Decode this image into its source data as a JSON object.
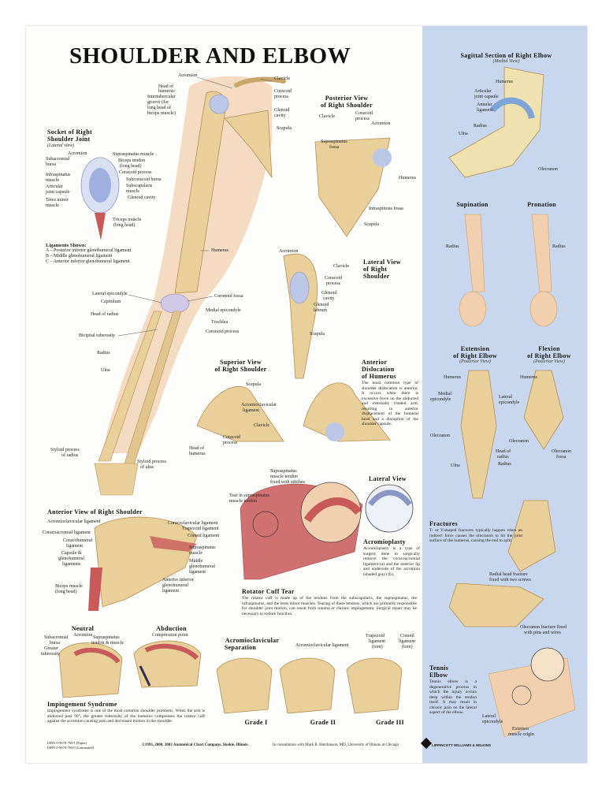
{
  "title": "SHOULDER AND ELBOW",
  "colors": {
    "bone": "#e9cf99",
    "bone_dark": "#c9a66a",
    "skin": "#f2cfae",
    "muscle": "#c95a5a",
    "cartilage": "#bcc6e6",
    "sidebar": "#c9d7ee"
  },
  "socket": {
    "title1": "Socket of Right",
    "title2": "Shoulder Joint",
    "subtitle": "(Lateral view)",
    "acromion": "Acromion",
    "supraspinatus": "Supraspinatus muscle",
    "subacromial": "Subacromial",
    "bursa": "bursa",
    "biceps_tendon": "Biceps tendon",
    "long_head": "(long head)",
    "coracoid": "Coracoid process",
    "infraspinatus": "Infraspinatus",
    "muscle": "muscle",
    "subcoracoid": "Subcoracoid bursa",
    "subscapularis": "Subscapularis",
    "sub_muscle": "muscle",
    "articular": "Articular",
    "joint_capsule": "joint capsule",
    "glenoid": "Glenoid cavity",
    "teres": "Teres minor",
    "teres_muscle": "muscle",
    "triceps": "Triceps muscle",
    "triceps_long": "(long head)"
  },
  "ligaments": {
    "title": "Ligaments Shown:",
    "a": "A – Posterior inferior glenohumeral ligament",
    "b": "B – Middle glenohumeral ligament",
    "c": "C – Anterior inferior glenohumeral ligament"
  },
  "arm": {
    "head_humerus1": "Head of",
    "head_humerus2": "humerus",
    "intertub1": "Intertubercular",
    "intertub2": "groove (for",
    "intertub3": "long head of",
    "intertub4": "biceps muscle)",
    "acromion": "Acromion",
    "clavicle": "Clavicle",
    "coracoid1": "Coracoid",
    "coracoid2": "process",
    "glenoid1": "Glenoid",
    "glenoid2": "cavity",
    "scapula": "Scapula",
    "humerus": "Humerus",
    "lateral_epi": "Lateral epicondyle",
    "capitulum": "Capitulum",
    "head_radius": "Head of radius",
    "coronoid_fossa": "Coronoid fossa",
    "medial_epi": "Medial epicondyle",
    "trochlea": "Trochlea",
    "coronoid_process": "Coronoid process",
    "bicipital": "Bicipital tuberosity",
    "radius": "Radius",
    "ulna": "Ulna",
    "styloid_radius1": "Styloid process",
    "styloid_radius2": "of radius",
    "styloid_ulna1": "Styloid process",
    "styloid_ulna2": "of ulna"
  },
  "posterior": {
    "title1": "Posterior View",
    "title2": "of Right Shoulder",
    "clavicle": "Clavicle",
    "coracoid1": "Coracoid",
    "coracoid2": "process",
    "acromion": "Acromion",
    "supra1": "Supraspinatus",
    "supra2": "fossa",
    "humerus": "Humerus",
    "infra": "Infraspinous fossa",
    "scapula": "Scapula"
  },
  "lateral": {
    "title1": "Lateral View",
    "title2": "of Right",
    "title3": "Shoulder",
    "acromion": "Acromion",
    "clavicle": "Clavicle",
    "coracoid1": "Coracoid",
    "coracoid2": "process",
    "glenoid1": "Glenoid",
    "glenoid2": "cavity",
    "labrum1": "Glenoid",
    "labrum2": "labrum",
    "scapula": "Scapula"
  },
  "superior": {
    "title1": "Superior View",
    "title2": "of Right Shoulder",
    "scapula": "Scapula",
    "acj1": "Acromioclavicular",
    "acj2": "ligament",
    "clavicle": "Clavicle",
    "coracoid1": "Coracoid",
    "coracoid2": "process",
    "head1": "Head of",
    "head2": "humerus"
  },
  "dislocation": {
    "title1": "Anterior",
    "title2": "Dislocation",
    "title3": "of Humerus",
    "text": "The most common type of shoulder dislocation is anterior. It occurs when there is excessive force on the abducted and externally rotated arm, resulting in anterior displacement of the humeral head and a disruption of the shoulder capsule."
  },
  "anterior": {
    "title": "Anterior View of Right Shoulder",
    "acj": "Acromioclavicular ligament",
    "coracoacromial": "Coracoacromial ligament",
    "coracohumeral1": "Coracohumeral",
    "coracohumeral2": "ligament",
    "capsule1": "Capsule &",
    "capsule2": "glenohumeral",
    "capsule3": "ligaments",
    "biceps1": "Biceps muscle",
    "biceps2": "(long head)",
    "coracoclav": "Coracoclavicular ligament",
    "trapezoid": "Trapezoid ligament",
    "conoid": "Conoid ligament",
    "supra1": "Supraspinatus",
    "supra2": "muscle",
    "middle1": "Middle",
    "middle2": "glenohumeral",
    "middle3": "ligament",
    "ant_inf1": "Anterior inferior",
    "ant_inf2": "glenohumeral",
    "ant_inf3": "ligament"
  },
  "rotator": {
    "tear1": "Tear in supraspinatus",
    "tear2": "muscle tendon",
    "fixed1": "Supraspinatus",
    "fixed2": "muscle tendon",
    "fixed3": "fixed with stitches",
    "title": "Rotator Cuff Tear",
    "text": "The rotator cuff is made up of the tendons from the subscapularis, the supraspinatus, the infraspinatus, and the teres minor muscles. Tearing of these tendons, which are primarily responsible for shoulder joint motion, can result from trauma or chronic impingement. Surgical repair may be necessary to restore function."
  },
  "acromioplasty": {
    "lateral_view": "Lateral View",
    "title": "Acromioplasty",
    "text": "Acromioplasty is a type of surgery done to surgically remove the coracoacromial ligament (a) and the anterior lip and underside of the acromion (shaded gray) (b)."
  },
  "impingement": {
    "neutral": "Neutral",
    "abduction": "Abduction",
    "subacromial1": "Subacromial",
    "subacromial2": "bursa",
    "greater1": "Greater",
    "greater2": "tuberosity",
    "acromion": "Acromion",
    "supra1": "Supraspinatus",
    "supra2": "tendon & muscle",
    "compression": "Compression point",
    "title": "Impingement Syndrome",
    "text": "Impingement syndrome is one of the most common shoulder problems. When the arm is abducted past 90°, the greater tuberosity of the humerus compresses the rotator cuff against the acromion causing pain and decreased motion in the shoulder."
  },
  "acseparation": {
    "title1": "Acromioclavicular",
    "title2": "Separation",
    "acl": "Acromioclavicular ligament",
    "trap1": "Trapezoid",
    "trap2": "ligament",
    "trap3": "(torn)",
    "conoid1": "Conoid",
    "conoid2": "ligament",
    "conoid3": "(torn)",
    "g1": "Grade I",
    "g2": "Grade II",
    "g3": "Grade III"
  },
  "sagittal": {
    "title": "Sagittal Section of Right Elbow",
    "subtitle": "(Medial View)",
    "humerus": "Humerus",
    "articular1": "Articular",
    "articular2": "joint capsule",
    "annular1": "Annular",
    "annular2": "ligament",
    "radius": "Radius",
    "ulna": "Ulna",
    "olecranon": "Olecranon"
  },
  "supination": {
    "sup": "Supination",
    "pro": "Pronation",
    "radius": "Radius",
    "radius2": "Radius"
  },
  "extension": {
    "ext1": "Extension",
    "ext2": "of Right Elbow",
    "ext_sub": "(Posterior View)",
    "flex1": "Flexion",
    "flex2": "of Right Elbow",
    "flex_sub": "(Posterior View)",
    "humerus": "Humerus",
    "humerus2": "Humerus",
    "medial1": "Medial",
    "medial2": "epicondyle",
    "lateral1": "Lateral",
    "lateral2": "epicondyle",
    "olecranon": "Olecranon",
    "olecranon2": "Olecranon",
    "olecranon_fossa1": "Olecranon",
    "olecranon_fossa2": "fossa",
    "head1": "Head of",
    "head2": "radius",
    "ulna": "Ulna",
    "radius": "Radius"
  },
  "fractures": {
    "title": "Fractures",
    "text": "T- or Y-shaped fractures typically happen when an indirect force causes the olecranon to hit the joint surface of the humerus, causing the end to split.",
    "radial1": "Radial head fracture",
    "radial2": "fixed with two screws",
    "olec1": "Olecranon fracture fixed",
    "olec2": "with pins and wires"
  },
  "tennis": {
    "title1": "Tennis",
    "title2": "Elbow",
    "text": "Tennis elbow is a degenerative process in which the injury occurs deep within the tendon itself. It may result in chronic pain on the lateral aspect of the elbow.",
    "lateral1": "Lateral",
    "lateral2": "epicondyle",
    "extensor1": "Extensor",
    "extensor2": "muscle origin"
  },
  "footer": {
    "copyright": "©1993, 2000, 2003 Anatomical Chart Company, Skokie, Illinois.",
    "consult": "In consultation with Mark R. Hutchinson, MD, University of Illinois at Chicago",
    "isbn1": "ISBN 0-9670-7M-1 (Paper)",
    "isbn2": "ISBN 0-9670-7M-0 (Laminated)",
    "publisher": "LIPPINCOTT WILLIAMS & WILKINS"
  }
}
